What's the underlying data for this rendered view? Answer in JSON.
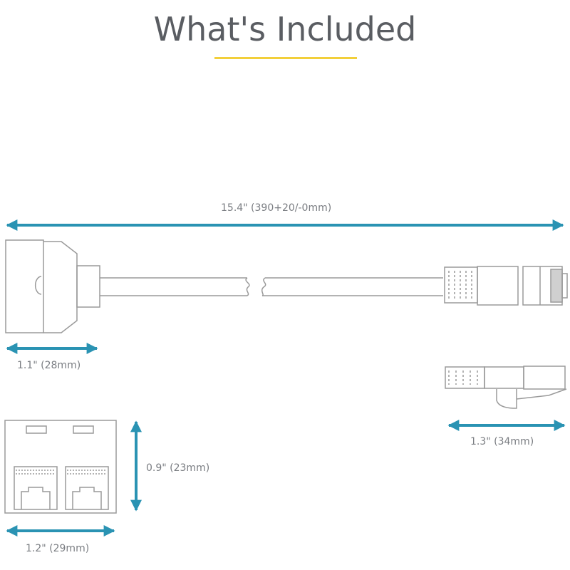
{
  "header": {
    "title": "What's Included",
    "underline_color": "#f2cf3a"
  },
  "dimensions": {
    "overall_length": "15.4\" (390+20/-0mm)",
    "coupler_length": "1.1\" (28mm)",
    "plug_length": "1.3\" (34mm)",
    "coupler_height": "0.9\" (23mm)",
    "coupler_width": "1.2\" (29mm)"
  },
  "colors": {
    "arrow": "#2a93b3",
    "line_art": "#9a9a9a"
  }
}
